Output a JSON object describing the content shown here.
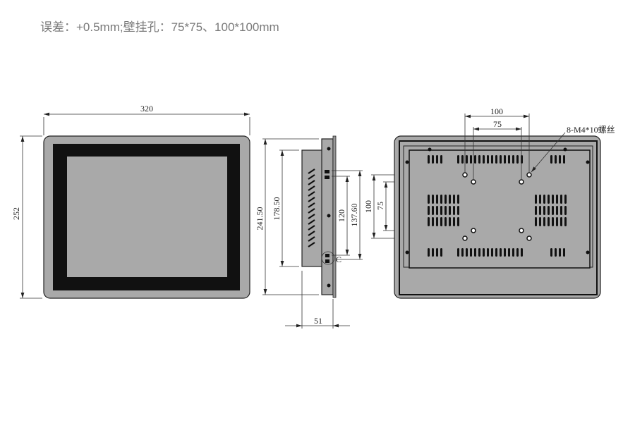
{
  "note": "误差：+0.5mm;壁挂孔：75*75、100*100mm",
  "front_view": {
    "width_label": "320",
    "height_label": "252"
  },
  "side_view": {
    "h1": "241.50",
    "h2": "178.50",
    "h3": "120",
    "h4": "137.60",
    "h5": "100",
    "h6": "75",
    "depth": "51",
    "port_marker": "C"
  },
  "back_view": {
    "hole_100": "100",
    "hole_75": "75",
    "screw_label": "8-M4*10螺丝"
  },
  "colors": {
    "panel": "#a9a9a9",
    "bezel": "#111111",
    "line": "#333333"
  }
}
